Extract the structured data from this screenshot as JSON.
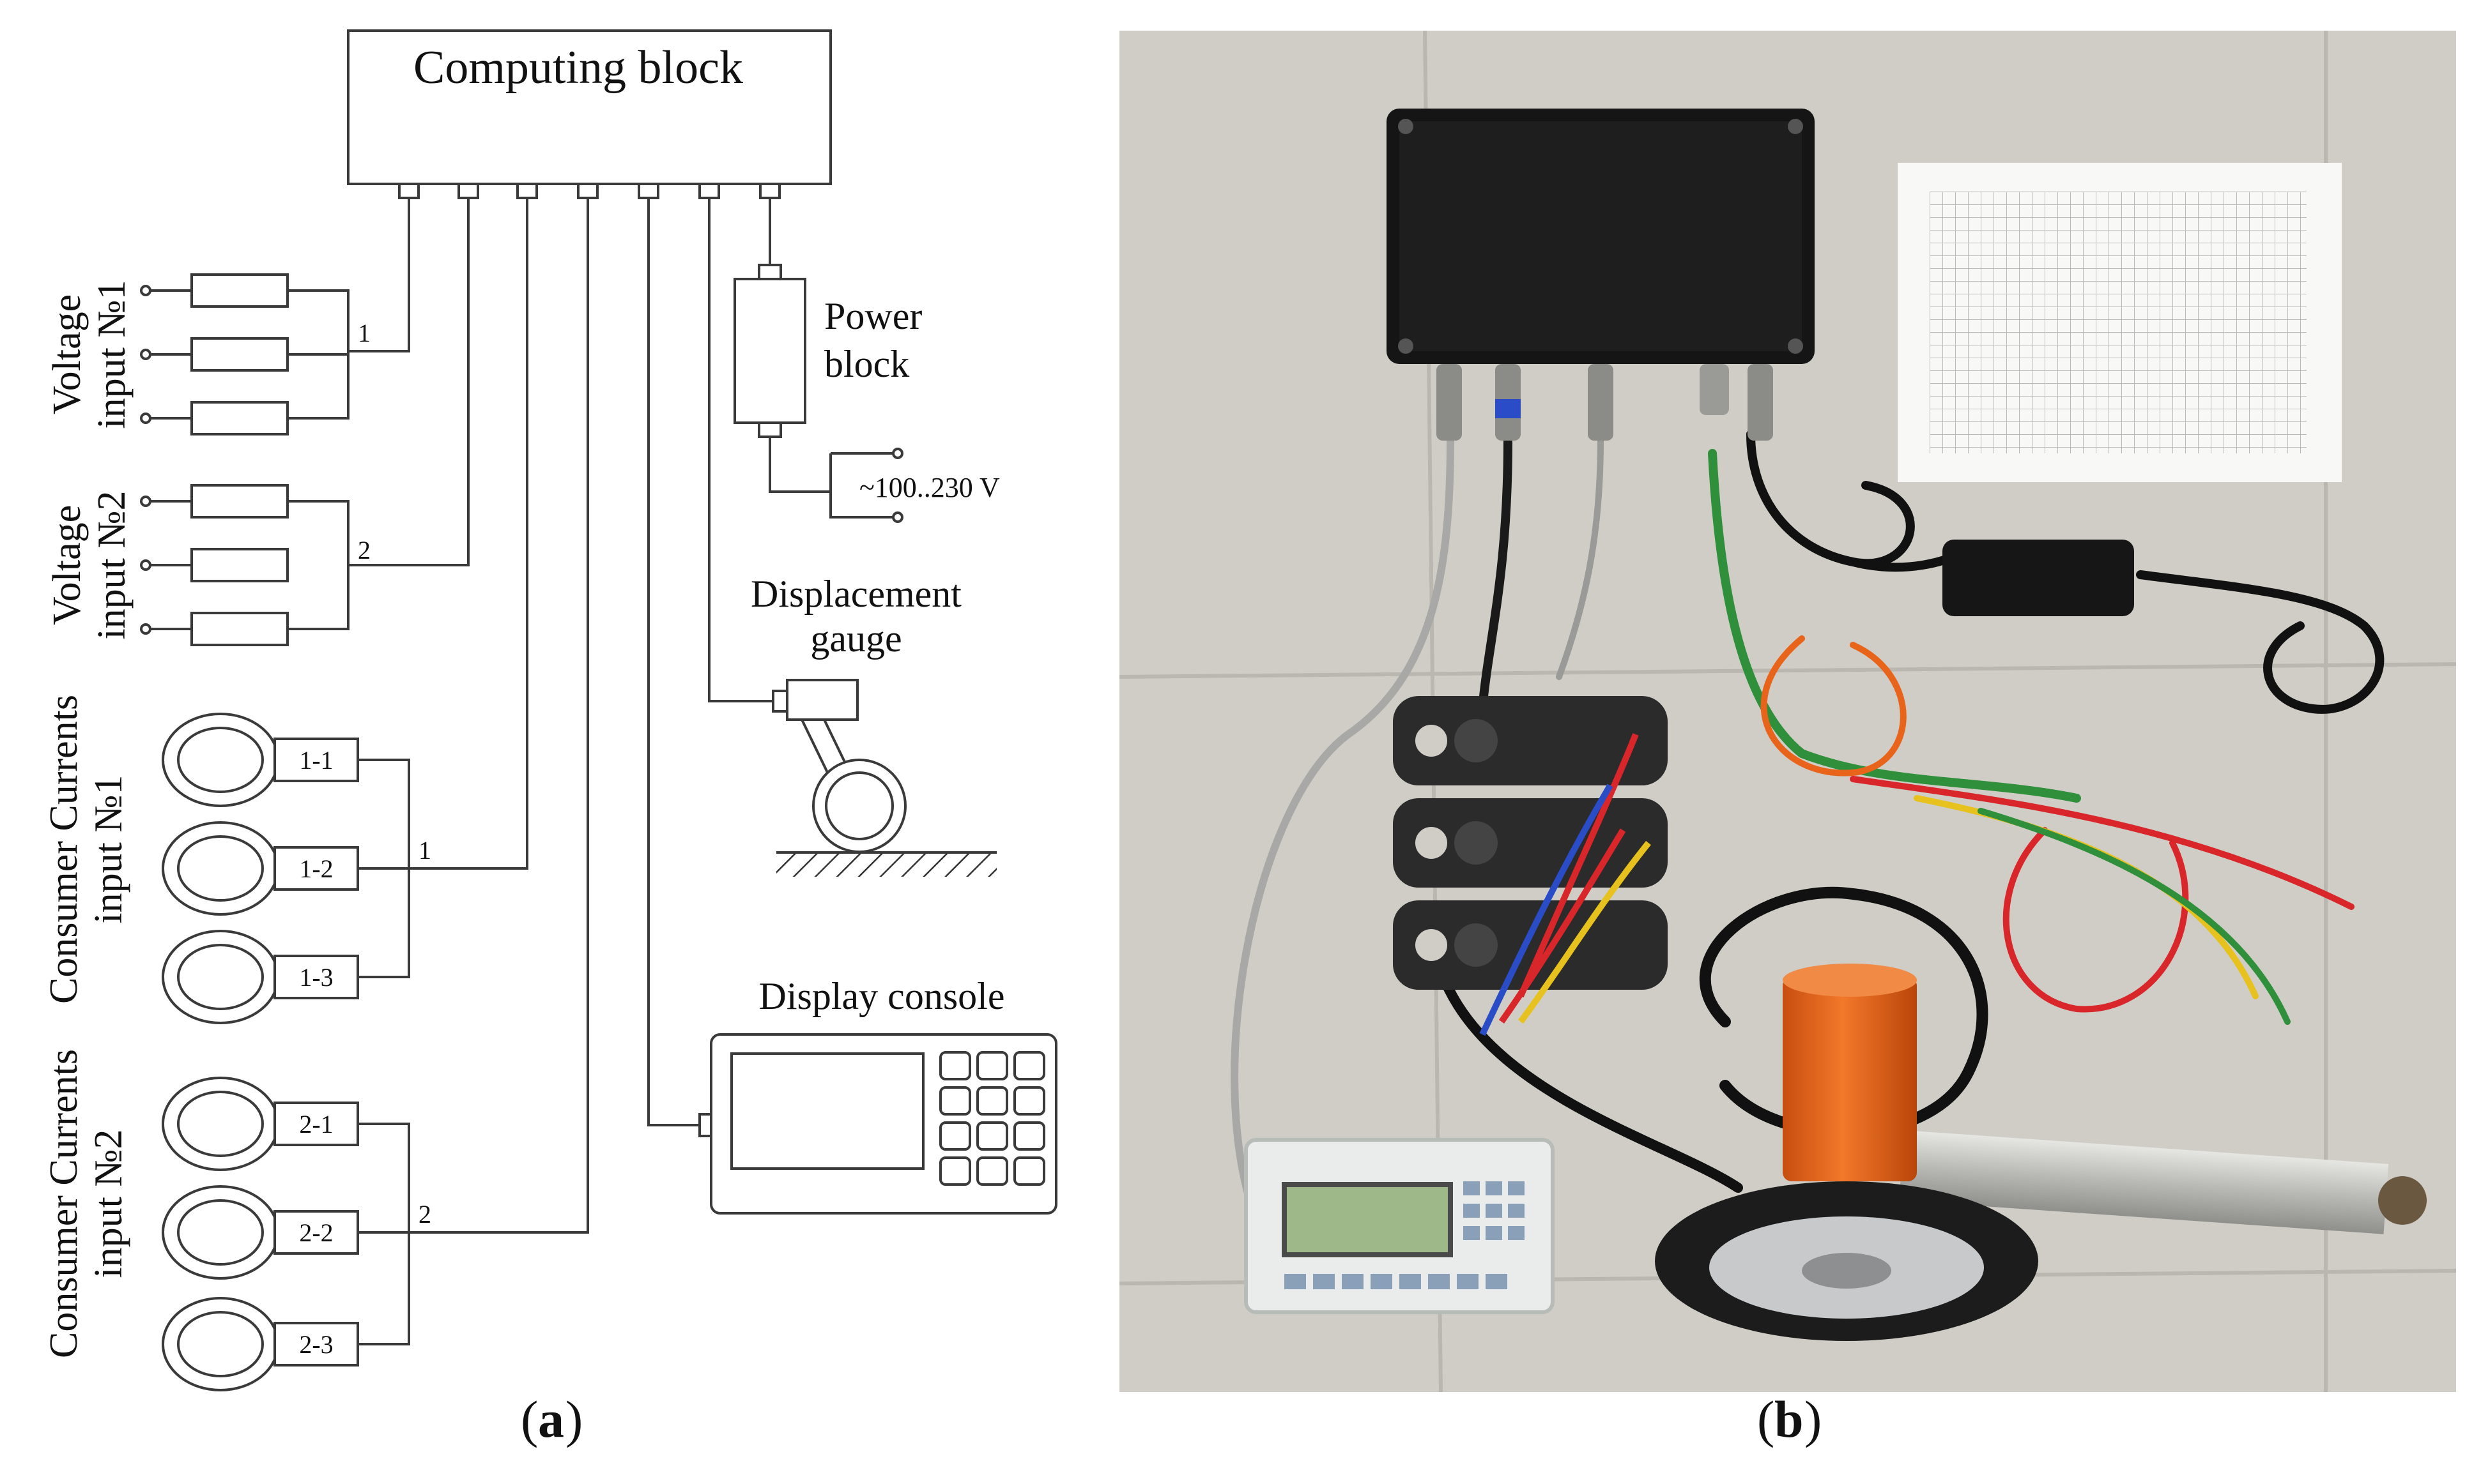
{
  "panel_a": {
    "computing_block": "Computing block",
    "power_block_line1": "Power",
    "power_block_line2": "block",
    "mains_voltage": "~100..230 V",
    "displacement_gauge_line1": "Displacement",
    "displacement_gauge_line2": "gauge",
    "display_console": "Display console",
    "voltage1_line1": "Voltage",
    "voltage1_line2": "input №1",
    "voltage2_line1": "Voltage",
    "voltage2_line2": "input №2",
    "currents1_line1": "Consumer Currents",
    "currents1_line2": "input №1",
    "currents2_line1": "Consumer Currents",
    "currents2_line2": "input №2",
    "bus_label_v1": "1",
    "bus_label_v2": "2",
    "bus_label_c1": "1",
    "bus_label_c2": "2",
    "clamp_labels": [
      "1-1",
      "1-2",
      "1-3",
      "2-1",
      "2-2",
      "2-3"
    ]
  },
  "captions": {
    "a_open": "(",
    "a_letter": "a",
    "a_close": ")",
    "b_open": "(",
    "b_letter": "b",
    "b_close": ")"
  },
  "colors": {
    "line": "#3a3a3a",
    "photo_floor": "#cfcdc6",
    "device_black": "#151515",
    "wire_orange": "#e8641b",
    "wire_red": "#d8262a",
    "wire_green": "#2f8f3a",
    "wire_yellow": "#e7c21e",
    "screen_green": "#9fb88a"
  }
}
